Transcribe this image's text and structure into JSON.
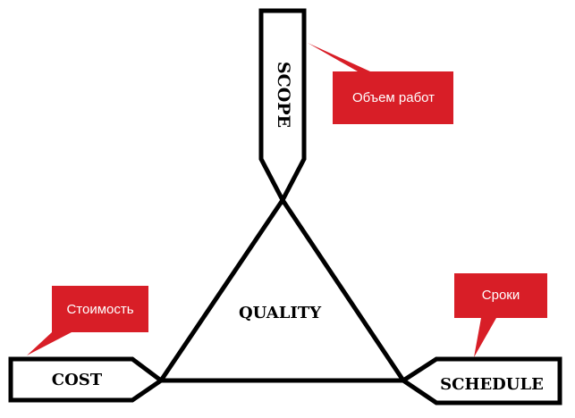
{
  "diagram": {
    "center_label": "QUALITY",
    "arms": {
      "scope": "SCOPE",
      "cost": "COST",
      "schedule": "SCHEDULE"
    },
    "callouts": {
      "scope": "Объем работ",
      "cost": "Стоимость",
      "schedule": "Сроки"
    },
    "colors": {
      "callout_fill": "#d81e27",
      "callout_text": "#ffffff",
      "stroke": "#000000",
      "background": "#ffffff"
    }
  }
}
